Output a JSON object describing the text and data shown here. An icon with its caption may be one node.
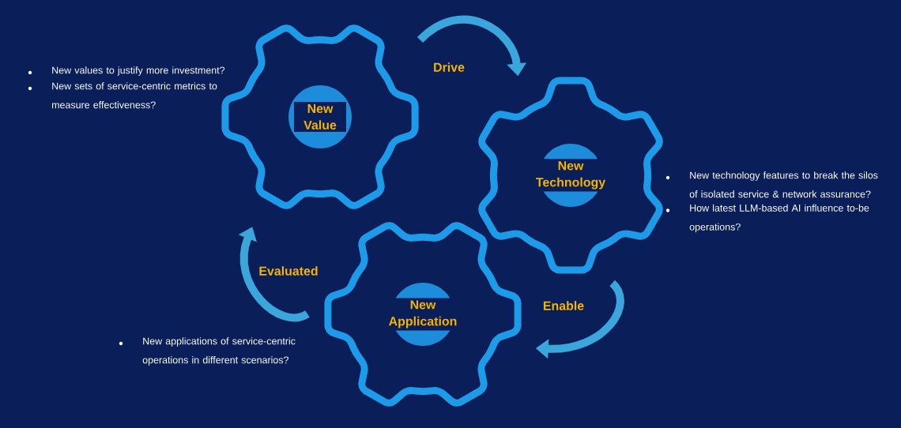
{
  "diagram": {
    "nodes": [
      {
        "text": [
          "New Value"
        ],
        "beside": [
          "New values to justify more investment?",
          "New sets of service-centric metrics to measure effectiveness?"
        ]
      },
      {
        "text": [
          "New Technology"
        ],
        "beside": [
          "New technology features to break the silos of isolated service & network assurance?",
          "How latest LLM-based AI influence to-be operations?"
        ]
      },
      {
        "text": [
          "New Application"
        ],
        "beside": [
          "New applications of service-centric operations in different scenarios?"
        ]
      }
    ],
    "edges": [
      {
        "from": 0,
        "to": 1,
        "arrow": "to",
        "label": "Drive"
      },
      {
        "from": 1,
        "to": 2,
        "arrow": "to",
        "label": "Enable"
      },
      {
        "from": 2,
        "to": 0,
        "arrow": "to",
        "label": "Evaluated"
      }
    ]
  }
}
